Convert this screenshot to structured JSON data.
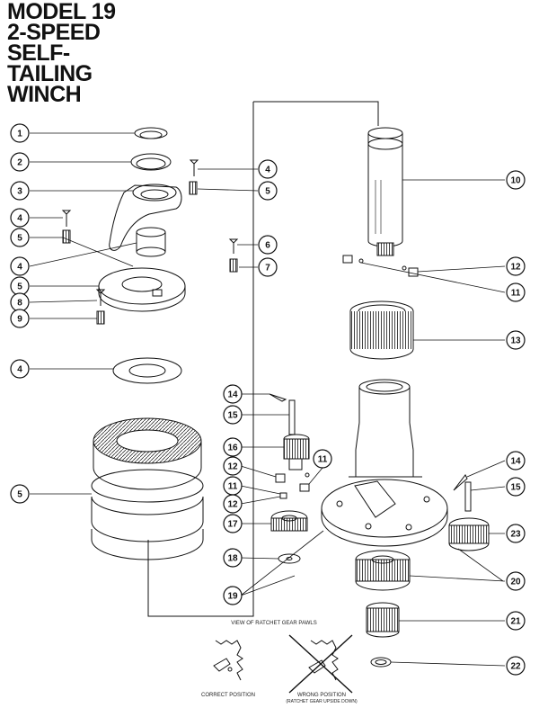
{
  "title": {
    "line1": "MODEL 19",
    "line2": "2-SPEED",
    "line3": "SELF-",
    "line4": "TAILING",
    "line5": "WINCH"
  },
  "callouts": [
    "1",
    "2",
    "3",
    "4",
    "5",
    "4",
    "5",
    "6",
    "7",
    "4",
    "5",
    "8",
    "9",
    "4",
    "5",
    "10",
    "12",
    "11",
    "13",
    "14",
    "15",
    "16",
    "11",
    "12",
    "11",
    "12",
    "17",
    "18",
    "19",
    "14",
    "15",
    "23",
    "20",
    "21",
    "22"
  ],
  "ratchet_caption": {
    "title": "VIEW OF RATCHET GEAR PAWLS",
    "correct": "CORRECT POSITION",
    "wrong": "WRONG POSITION",
    "wrong_note": "(RATCHET GEAR UPSIDE DOWN)"
  },
  "colors": {
    "ink": "#111111",
    "paper": "#ffffff",
    "shade": "#d9d9d9"
  }
}
